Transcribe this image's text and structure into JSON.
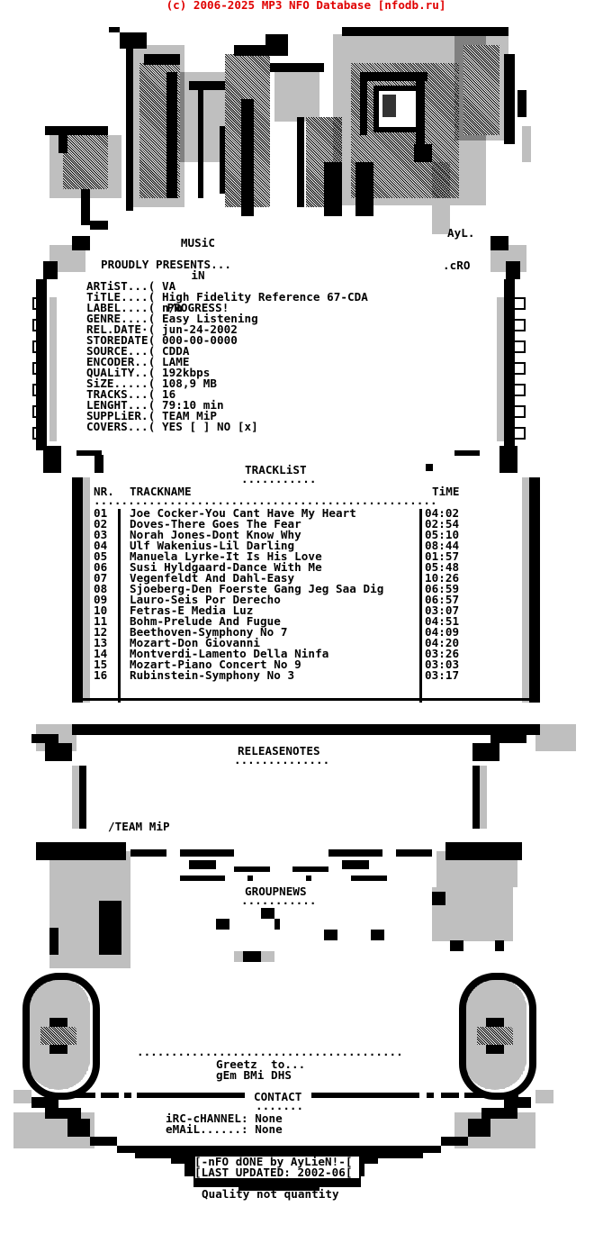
{
  "header": {
    "copyright": "(c) 2006-2025 MP3 NFO Database [nfodb.ru]",
    "copyright_color": "#e00000"
  },
  "logo": {
    "tagline_lines": [
      "MUSiC",
      "iN",
      "PROGRESS!"
    ],
    "artist_sig_lines": [
      "AyL.",
      ".cRO"
    ]
  },
  "intro": "PROUDLY PRESENTS...",
  "info": [
    {
      "label": "ARTiST...(",
      "value": "VA"
    },
    {
      "label": "TiTLE....(",
      "value": "High Fidelity Reference 67-CDA"
    },
    {
      "label": "LABEL....(",
      "value": "n/a"
    },
    {
      "label": "GENRE....(",
      "value": "Easy Listening"
    },
    {
      "label": "REL.DATE·(",
      "value": "jun-24-2002"
    },
    {
      "label": "STOREDATE(",
      "value": "000-00-0000"
    },
    {
      "label": "SOURCE...(",
      "value": "CDDA"
    },
    {
      "label": "ENCODER..(",
      "value": "LAME"
    },
    {
      "label": "QUALiTY..(",
      "value": "192kbps"
    },
    {
      "label": "SiZE.....(",
      "value": "108,9 MB"
    },
    {
      "label": "TRACKS...(",
      "value": "16"
    },
    {
      "label": "LENGHT...(",
      "value": "79:10 min"
    },
    {
      "label": "SUPPLiER.(",
      "value": "TEAM MiP"
    },
    {
      "label": "COVERS...(",
      "value": "YES [ ] NO [x]"
    }
  ],
  "tracklist": {
    "title": "TRACKLiST",
    "title_underline": "...........",
    "columns": {
      "nr": "NR.",
      "name": "TRACKNAME",
      "time": "TiME"
    },
    "separator": "..................................................",
    "tracks": [
      {
        "nr": "01",
        "name": "Joe Cocker-You Cant Have My Heart",
        "time": "04:02"
      },
      {
        "nr": "02",
        "name": "Doves-There Goes The Fear",
        "time": "02:54"
      },
      {
        "nr": "03",
        "name": "Norah Jones-Dont Know Why",
        "time": "05:10"
      },
      {
        "nr": "04",
        "name": "Ulf Wakenius-Lil Darling",
        "time": "08:44"
      },
      {
        "nr": "05",
        "name": "Manuela Lyrke-It Is His Love",
        "time": "01:57"
      },
      {
        "nr": "06",
        "name": "Susi Hyldgaard-Dance With Me",
        "time": "05:48"
      },
      {
        "nr": "07",
        "name": "Vegenfeldt And Dahl-Easy",
        "time": "10:26"
      },
      {
        "nr": "08",
        "name": "Sjoeberg-Den Foerste Gang Jeg Saa Dig",
        "time": "06:59"
      },
      {
        "nr": "09",
        "name": "Lauro-Seis Por Derecho",
        "time": "06:57"
      },
      {
        "nr": "10",
        "name": "Fetras-E Media Luz",
        "time": "03:07"
      },
      {
        "nr": "11",
        "name": "Bohm-Prelude And Fugue",
        "time": "04:51"
      },
      {
        "nr": "12",
        "name": "Beethoven-Symphony No 7",
        "time": "04:09"
      },
      {
        "nr": "13",
        "name": "Mozart-Don Giovanni",
        "time": "04:20"
      },
      {
        "nr": "14",
        "name": "Montverdi-Lamento Della Ninfa",
        "time": "03:26"
      },
      {
        "nr": "15",
        "name": "Mozart-Piano Concert No 9",
        "time": "03:03"
      },
      {
        "nr": "16",
        "name": "Rubinstein-Symphony No 3",
        "time": "03:17"
      }
    ]
  },
  "releasenotes": {
    "title": "RELEASENOTES",
    "title_underline": "..............",
    "signature": "/TEAM MiP"
  },
  "groupnews": {
    "title": "GROUPNEWS",
    "title_underline": "..........."
  },
  "greetz": {
    "separator": ".......................................",
    "line1": "Greetz  to...",
    "line2": "gEm BMi DHS"
  },
  "contact": {
    "title": "CONTACT",
    "title_underline": ".......",
    "irc": {
      "label": "iRC-cHANNEL:",
      "value": "None"
    },
    "email": {
      "label": "eMAiL......:",
      "value": "None"
    }
  },
  "footer": {
    "credit": "[-nFO dONE by AyLieN!-[",
    "updated": "[LAST UPDATED: 2002-06[",
    "motto": "Quality not quantity"
  }
}
